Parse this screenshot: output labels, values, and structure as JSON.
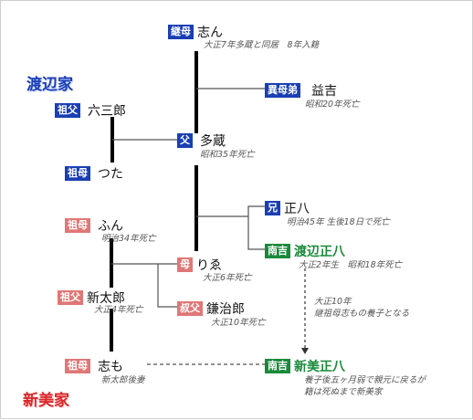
{
  "families": {
    "watanabe": "渡辺家",
    "niimi": "新美家"
  },
  "people": {
    "stepmother": {
      "role": "継母",
      "name": "志ん",
      "note": "大正7年多蔵と同居　8年入籍"
    },
    "half_brother": {
      "role": "異母弟",
      "name": "益吉",
      "note": "昭和20年死亡"
    },
    "grandfather_w": {
      "role": "祖父",
      "name": "六三郎"
    },
    "father": {
      "role": "父",
      "name": "多蔵",
      "note": "昭和35年死亡"
    },
    "grandmother_w": {
      "role": "祖母",
      "name": "つた"
    },
    "brother": {
      "role": "兄",
      "name": "正八",
      "note": "明治45年 生後18日で死亡"
    },
    "grandmother_n": {
      "role": "祖母",
      "name": "ふん",
      "note": "明治34年死亡"
    },
    "nankichi_w": {
      "role": "南吉",
      "name": "渡辺正八",
      "note": "大正2年生　昭和18年死亡"
    },
    "mother": {
      "role": "母",
      "name": "りゑ",
      "note": "大正6年死亡"
    },
    "grandfather_n": {
      "role": "祖父",
      "name": "新太郎",
      "note": "大正4年死亡"
    },
    "uncle": {
      "role": "叔父",
      "name": "鎌治郎",
      "note": "大正10年死亡"
    },
    "step_great_grandmother": {
      "role": "祖母",
      "name": "志も",
      "note": "新太郎後妻"
    },
    "nankichi_n": {
      "role": "南吉",
      "name": "新美正八",
      "note_lines": [
        "養子後五ヶ月弱で親元に戻るが",
        "籍は死ぬまで新美家"
      ]
    }
  },
  "adoption_note": [
    "大正10年",
    "継祖母志もの養子となる"
  ],
  "colors": {
    "watanabe_badge": "#1a3fb4",
    "niimi_badge": "#e07777",
    "nankichi_badge": "#1a8a3a",
    "watanabe_title": "#1a3fb4",
    "niimi_title": "#d9282a"
  }
}
